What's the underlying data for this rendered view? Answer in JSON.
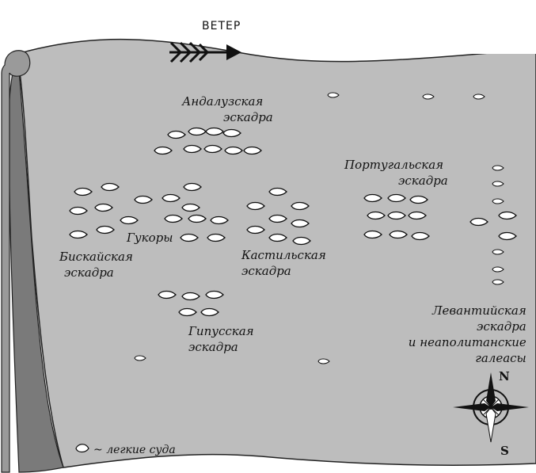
{
  "wind_label": "ВЕТЕР",
  "colors": {
    "background": "#ffffff",
    "scroll_fill": "#bdbdbd",
    "scroll_shadow": "#7a7a7a",
    "ship_fill": "#ffffff",
    "ink": "#111111"
  },
  "squadrons": {
    "andalusian": [
      "Андалузская",
      "эскадра"
    ],
    "portuguese": [
      "Португальская",
      "эскадра"
    ],
    "hulks": [
      "Гукоры"
    ],
    "biscay": [
      "Бискайская",
      "эскадра"
    ],
    "castilian": [
      "Кастильская",
      "эскадра"
    ],
    "levant": [
      "Левантийская",
      "эскадра",
      "и неаполитанские",
      "галеасы"
    ],
    "guipuzcoa": [
      "Гипусская",
      "эскадра"
    ]
  },
  "compass": {
    "north": "N",
    "south": "S",
    "icon": "compass-rose-icon"
  },
  "legend": {
    "symbol": "~",
    "text": "легкие суда"
  }
}
